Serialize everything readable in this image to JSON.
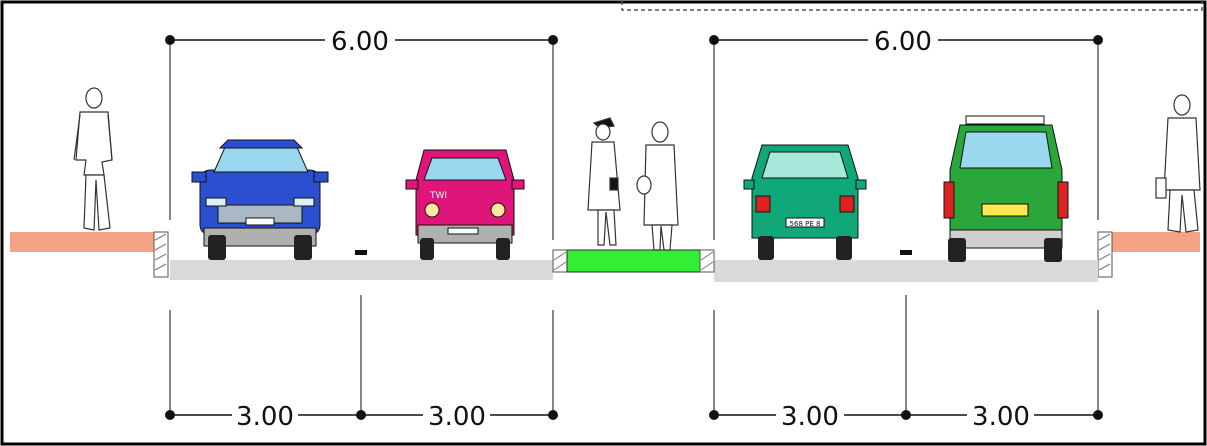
{
  "dimensions": {
    "top_left": "6.00",
    "top_right": "6.00",
    "bottom_1": "3.00",
    "bottom_2": "3.00",
    "bottom_3": "3.00",
    "bottom_4": "3.00"
  },
  "vehicles": {
    "blue_car": {
      "color": "#2a4fd0"
    },
    "pink_car": {
      "color": "#e0157a",
      "plate": "TWI"
    },
    "teal_car": {
      "color": "#10a879",
      "plate": "568 PE 8"
    },
    "green_car": {
      "color": "#2aa63a"
    }
  },
  "colors": {
    "sidewalk": "#f4a384",
    "median": "#33ee33",
    "road": "#d9d9d9",
    "line": "#111111"
  }
}
